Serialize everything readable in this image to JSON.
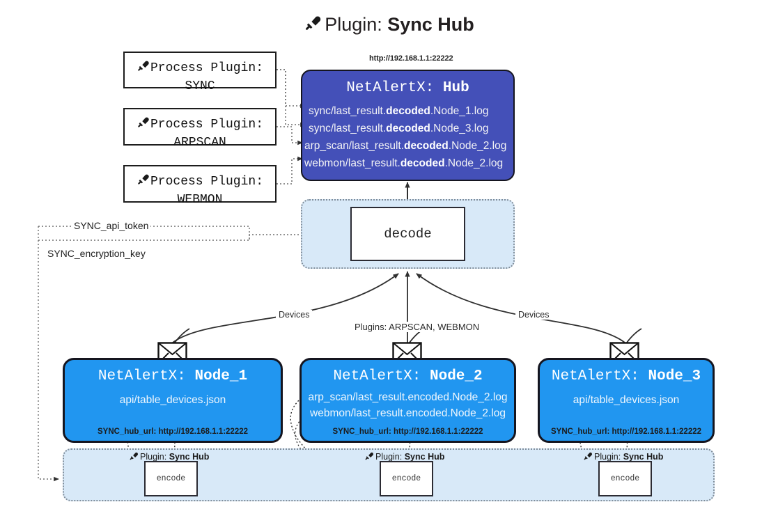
{
  "title": {
    "prefix": "Plugin:",
    "name": "Sync Hub",
    "icon": "plug-icon"
  },
  "colors": {
    "hub_fill": "#4450b8",
    "node_fill": "#2196f0",
    "container_fill": "#d8e9f8",
    "border_dark": "#15151f",
    "dotted_border": "#7f8c99"
  },
  "process_plugins": [
    {
      "label": "Process Plugin:",
      "name": "SYNC",
      "icon": "plug-icon"
    },
    {
      "label": "Process Plugin:",
      "name": "ARPSCAN",
      "icon": "plug-icon"
    },
    {
      "label": "Process Plugin:",
      "name": "WEBMON",
      "icon": "plug-icon"
    }
  ],
  "hub": {
    "url": "http://192.168.1.1:22222",
    "app": "NetAlertX:",
    "name": "Hub",
    "logs": [
      {
        "pre": "sync/last_result.",
        "em": "decoded",
        "post": ".Node_1.log"
      },
      {
        "pre": "sync/last_result.",
        "em": "decoded",
        "post": ".Node_3.log"
      },
      {
        "pre": "arp_scan/last_result.",
        "em": "decoded",
        "post": ".Node_2.log"
      },
      {
        "pre": "webmon/last_result.",
        "em": "decoded",
        "post": ".Node_2.log"
      }
    ]
  },
  "decode": {
    "label": "decode"
  },
  "params": [
    {
      "label": "SYNC_api_token"
    },
    {
      "label": "SYNC_encryption_key"
    }
  ],
  "edge_labels": {
    "left_devices": "Devices",
    "right_devices": "Devices",
    "center_plugins": "Plugins: ARPSCAN, WEBMON"
  },
  "nodes": [
    {
      "app": "NetAlertX:",
      "name": "Node_1",
      "lines": [
        "api/table_devices.json"
      ],
      "hub_url_label": "SYNC_hub_url: http://192.168.1.1:22222",
      "plugin_prefix": "Plugin:",
      "plugin_name": "Sync Hub",
      "encode_label": "encode",
      "icon": "envelope-icon"
    },
    {
      "app": "NetAlertX:",
      "name": "Node_2",
      "lines": [
        "arp_scan/last_result.encoded.Node_2.log",
        "webmon/last_result.encoded.Node_2.log"
      ],
      "hub_url_label": "SYNC_hub_url: http://192.168.1.1:22222",
      "plugin_prefix": "Plugin:",
      "plugin_name": "Sync Hub",
      "encode_label": "encode",
      "icon": "envelope-icon"
    },
    {
      "app": "NetAlertX:",
      "name": "Node_3",
      "lines": [
        "api/table_devices.json"
      ],
      "hub_url_label": "SYNC_hub_url: http://192.168.1.1:22222",
      "plugin_prefix": "Plugin:",
      "plugin_name": "Sync Hub",
      "encode_label": "encode",
      "icon": "envelope-icon"
    }
  ]
}
